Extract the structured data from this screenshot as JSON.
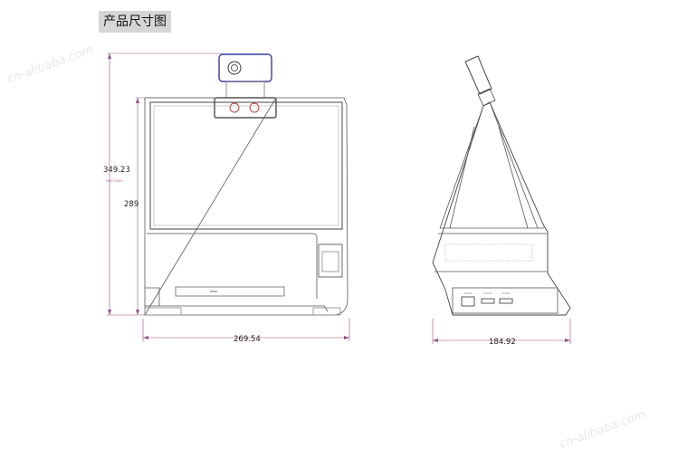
{
  "title": "产品尺寸图",
  "watermark": "cn-alibaba.com",
  "front_view": {
    "total_height": "349.23",
    "body_height": "289",
    "width": "269.54",
    "small_notes": [
      "349.23",
      "289"
    ]
  },
  "side_view": {
    "depth": "184.92"
  },
  "colors": {
    "line": "#555555",
    "dimension": "#9b4b80",
    "camera": "#3a3aa8"
  }
}
